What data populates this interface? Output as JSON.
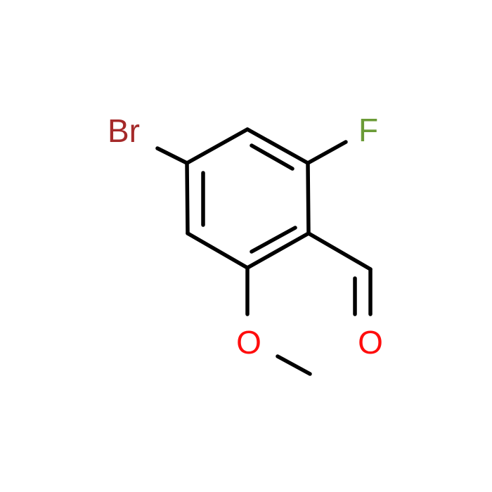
{
  "molecule": {
    "atoms": [
      {
        "id": "br",
        "symbol": "Br",
        "color": "#a52a2a"
      },
      {
        "id": "f",
        "symbol": "F",
        "color": "#6b9b37"
      },
      {
        "id": "o_methoxy",
        "symbol": "O",
        "color": "#ff0d0d"
      },
      {
        "id": "o_carbonyl",
        "symbol": "O",
        "color": "#ff0d0d"
      }
    ],
    "bond_color": "#000000",
    "background": "#ffffff"
  }
}
